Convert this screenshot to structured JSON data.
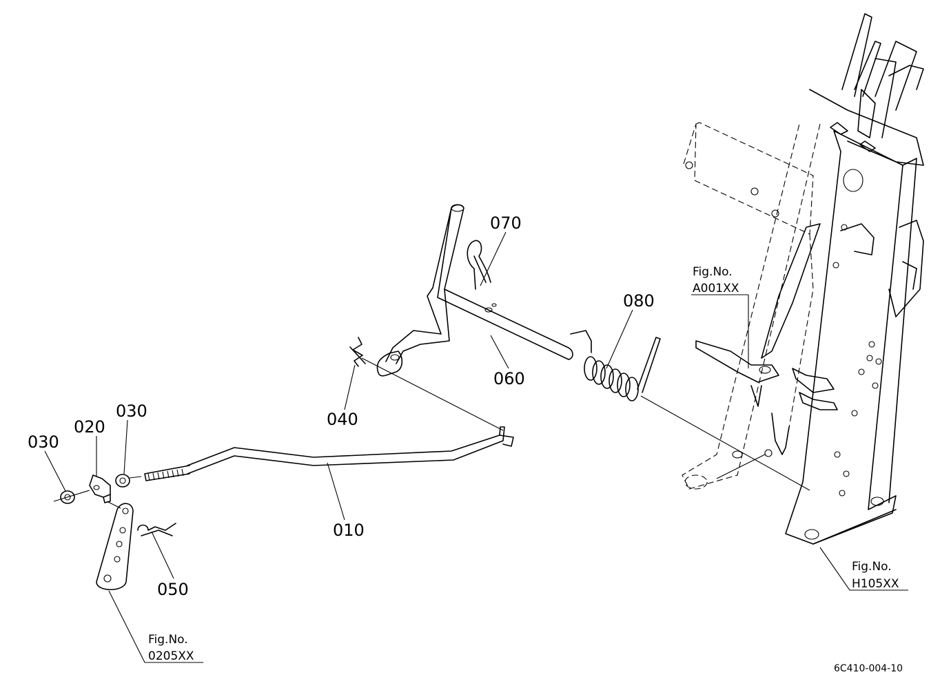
{
  "diagram_code": "6C410-004-10",
  "callouts": [
    {
      "id": "p010",
      "label": "010"
    },
    {
      "id": "p020",
      "label": "020"
    },
    {
      "id": "p030a",
      "label": "030"
    },
    {
      "id": "p030b",
      "label": "030"
    },
    {
      "id": "p040",
      "label": "040"
    },
    {
      "id": "p050",
      "label": "050"
    },
    {
      "id": "p060",
      "label": "060"
    },
    {
      "id": "p070",
      "label": "070"
    },
    {
      "id": "p080",
      "label": "080"
    }
  ],
  "figure_refs": [
    {
      "id": "a001",
      "title": "Fig.No.",
      "number": "A001XX"
    },
    {
      "id": "h105",
      "title": "Fig.No.",
      "number": "H105XX"
    },
    {
      "id": "o205",
      "title": "Fig.No.",
      "number": "0205XX"
    }
  ]
}
